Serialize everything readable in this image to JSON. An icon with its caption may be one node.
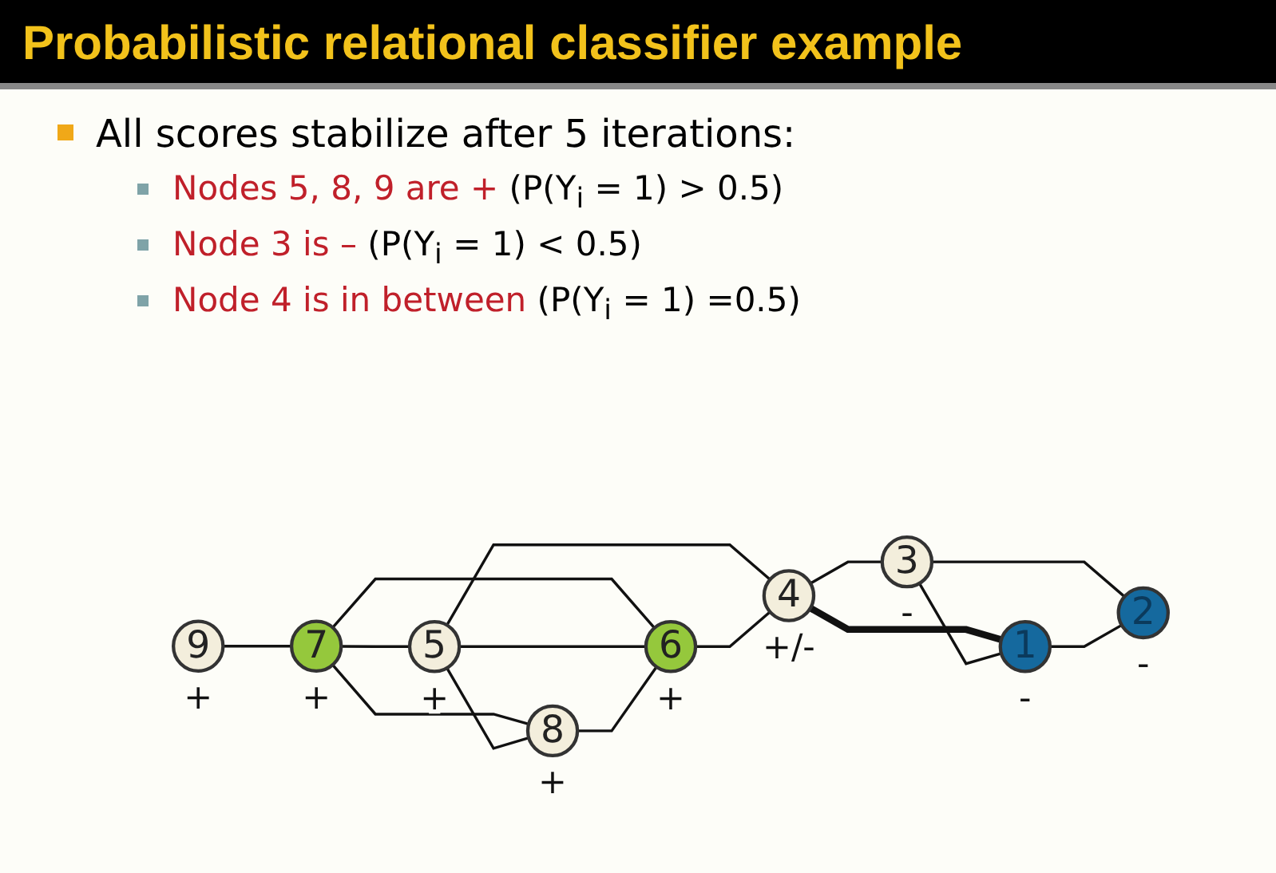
{
  "diagram": {
    "title": "Probabilistic relational classifier example",
    "nodes": [
      {
        "text": [
          "3"
        ],
        "beside": [
          "-"
        ]
      },
      {
        "text": [
          "7"
        ],
        "beside": [
          "+"
        ]
      },
      {
        "text": [
          "5"
        ],
        "beside": [
          "+"
        ]
      },
      {
        "text": [
          "9"
        ],
        "beside": [
          "+"
        ]
      },
      {
        "text": [
          "4"
        ],
        "beside": [
          "+/-"
        ]
      },
      {
        "text": [
          "1"
        ],
        "beside": [
          "-"
        ]
      },
      {
        "text": [
          "8"
        ],
        "beside": [
          "+"
        ]
      },
      {
        "text": [
          "6"
        ],
        "beside": [
          "+"
        ]
      },
      {
        "text": [
          "2"
        ],
        "beside": [
          "-"
        ]
      }
    ],
    "edges": [
      {
        "from": 3,
        "to": 1,
        "arrow": "none"
      },
      {
        "from": 1,
        "to": 2,
        "arrow": "none"
      },
      {
        "from": 1,
        "to": 6,
        "arrow": "none"
      },
      {
        "from": 1,
        "to": 7,
        "arrow": "none"
      },
      {
        "from": 2,
        "to": 6,
        "arrow": "none"
      },
      {
        "from": 2,
        "to": 7,
        "arrow": "none"
      },
      {
        "from": 2,
        "to": 4,
        "arrow": "none"
      },
      {
        "from": 6,
        "to": 7,
        "arrow": "none"
      },
      {
        "from": 7,
        "to": 4,
        "arrow": "none"
      },
      {
        "from": 4,
        "to": 0,
        "arrow": "none"
      },
      {
        "from": 4,
        "to": 5,
        "arrow": "none",
        "style": "thick"
      },
      {
        "from": 0,
        "to": 5,
        "arrow": "none"
      },
      {
        "from": 0,
        "to": 8,
        "arrow": "none"
      },
      {
        "from": 5,
        "to": 8,
        "arrow": "none"
      }
    ],
    "labels": [
      "All scores stabilize after 5 iterations:",
      "Nodes 5, 8, 9 are + (P(Y$_{i}$ = 1) > 0.5)",
      "Node 3 is –  (P(Y$_{i}$ = 1) < 0.5)",
      "Node 4 is in between (P(Y$_{i}$ = 1) =0.5)"
    ]
  }
}
